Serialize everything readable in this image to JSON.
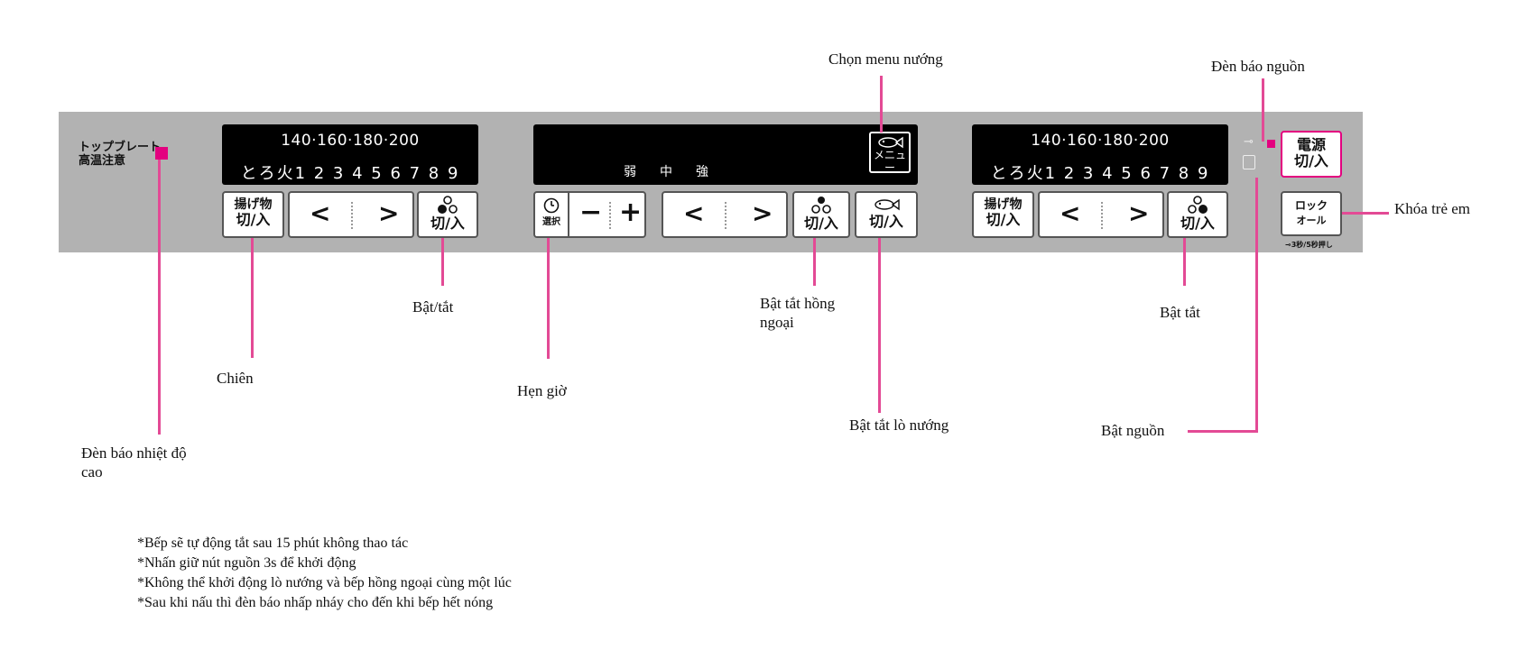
{
  "panel": {
    "hot_warning": "トップブレート\n高温注意",
    "left_lcd": {
      "temps": "140·160·180·200",
      "levels": "とろ火1 2 3 4 5 6 7 8 9"
    },
    "center_lcd": {
      "levels": "弱　中　強",
      "menu_top": "メニュー"
    },
    "right_lcd": {
      "temps": "140·160·180·200",
      "levels": "とろ火1 2 3 4 5 6 7 8 9"
    },
    "fry_button": {
      "line1": "揚げ物",
      "line2": "切/入"
    },
    "on_off_label": "切/入",
    "timer_button": {
      "line1": "選択"
    },
    "minus": "−",
    "plus": "+",
    "lt": "<",
    "gt": ">",
    "power_button": {
      "line1": "電源",
      "line2": "切/入"
    },
    "lock_button": {
      "line1": "ロック",
      "line2": "オール"
    },
    "lock_hint": "3秒/5秒押し"
  },
  "annotations": {
    "menu_select": "Chọn menu nướng",
    "power_light": "Đèn báo nguồn",
    "child_lock": "Khóa trẻ em",
    "fry": "Chiên",
    "on_off": "Bật/tắt",
    "timer": "Hẹn giờ",
    "infrared": "Bật tắt hồng\nngoại",
    "oven": "Bật tắt lò nướng",
    "on_off_right": "Bật tắt",
    "power_on": "Bật nguồn",
    "hot_light": "Đèn báo nhiệt độ\ncao"
  },
  "notes": [
    "*Bếp sẽ tự động tắt sau 15 phút không thao tác",
    "*Nhấn giữ nút nguồn 3s để khởi động",
    "*Không thể khởi động lò nướng và bếp hồng ngoại cùng một lúc",
    "*Sau khi nấu thì đèn báo nhấp nháy cho đến khi bếp hết nóng"
  ],
  "colors": {
    "accent": "#e34a95",
    "panel": "#b2b2b2",
    "display": "#000000"
  }
}
